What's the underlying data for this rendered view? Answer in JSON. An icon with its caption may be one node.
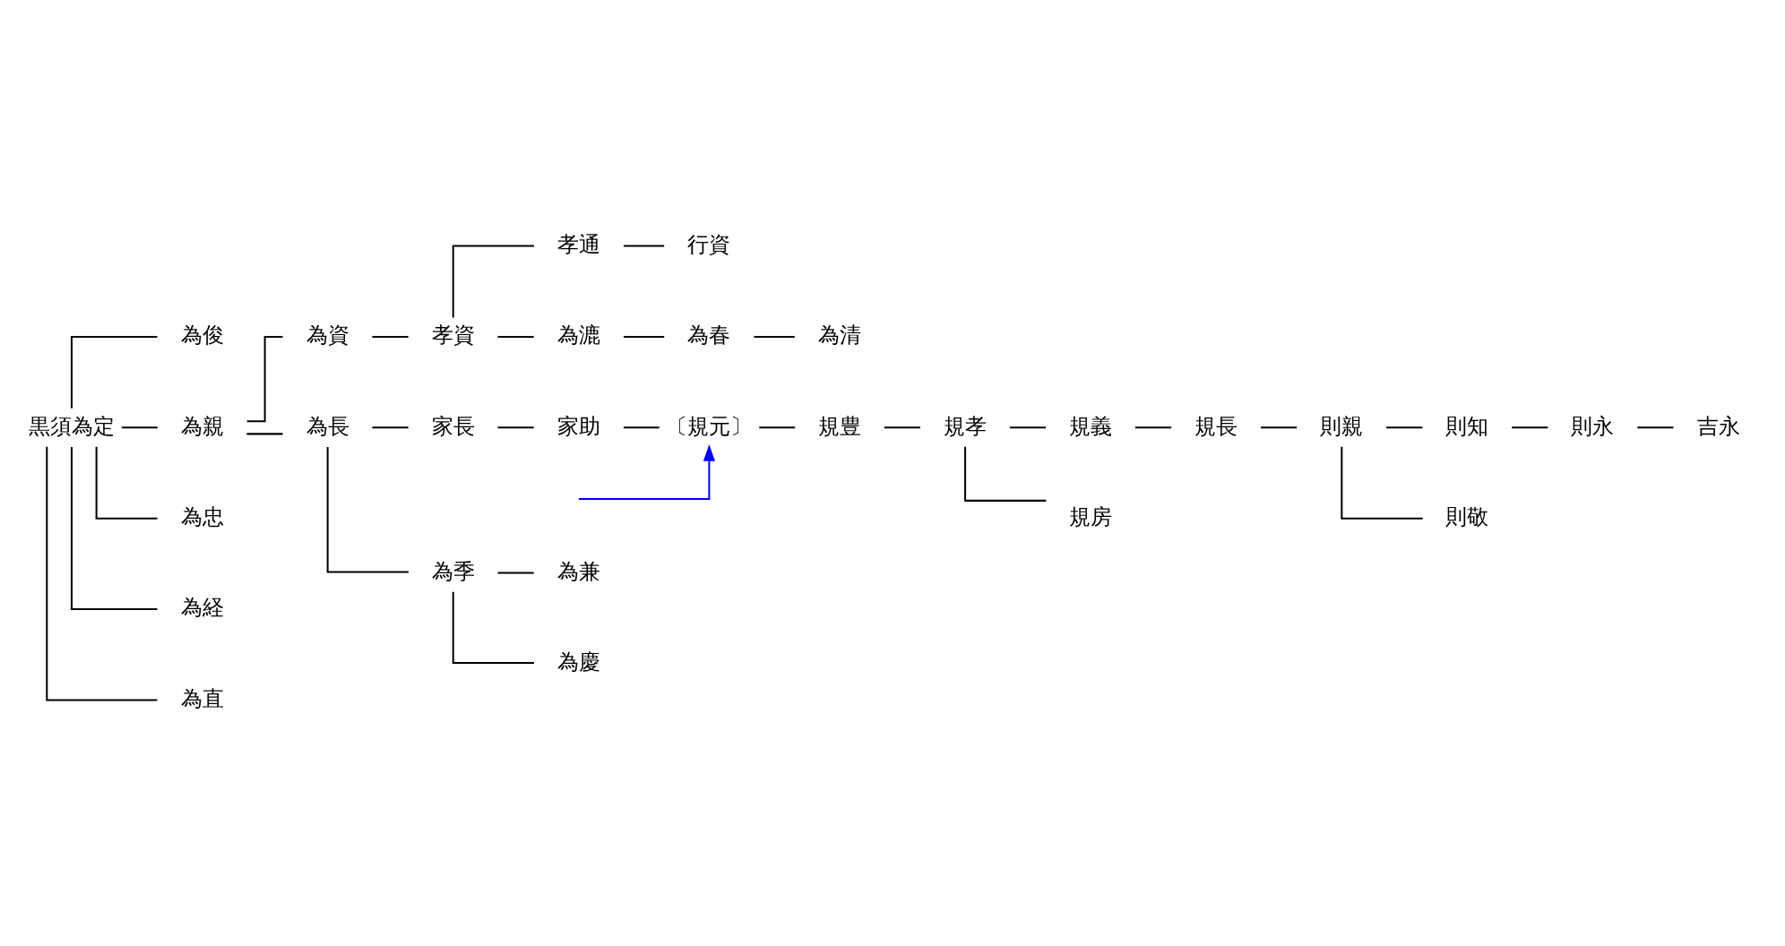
{
  "diagram": {
    "nodes": [
      {
        "text": [
          "孝通"
        ]
      },
      {
        "text": [
          "行資"
        ]
      },
      {
        "text": [
          "為俊"
        ]
      },
      {
        "text": [
          "為資"
        ]
      },
      {
        "text": [
          "孝資"
        ]
      },
      {
        "text": [
          "為漉"
        ]
      },
      {
        "text": [
          "為春"
        ]
      },
      {
        "text": [
          "為清"
        ]
      },
      {
        "text": [
          "黒須為定"
        ]
      },
      {
        "text": [
          "為親"
        ]
      },
      {
        "text": [
          "為長"
        ]
      },
      {
        "text": [
          "家長"
        ]
      },
      {
        "text": [
          "家助"
        ]
      },
      {
        "text": [
          "〔規元〕"
        ]
      },
      {
        "text": [
          "規豊"
        ]
      },
      {
        "text": [
          "規孝"
        ]
      },
      {
        "text": [
          "規義"
        ]
      },
      {
        "text": [
          "規長"
        ]
      },
      {
        "text": [
          "則親"
        ]
      },
      {
        "text": [
          "則知"
        ]
      },
      {
        "text": [
          "則永"
        ]
      },
      {
        "text": [
          "吉永"
        ]
      },
      {
        "text": [
          "為忠"
        ]
      },
      {
        "text": [
          "為季"
        ]
      },
      {
        "text": [
          "為兼"
        ]
      },
      {
        "text": [
          "規房"
        ]
      },
      {
        "text": [
          "則敬"
        ]
      },
      {
        "text": [
          "為経"
        ]
      },
      {
        "text": [
          "為慶"
        ]
      },
      {
        "text": [
          "為直"
        ]
      }
    ],
    "edges": [
      {
        "from": 8,
        "to": 2,
        "arrow": "none"
      },
      {
        "from": 8,
        "to": 9,
        "arrow": "none"
      },
      {
        "from": 8,
        "to": 22,
        "arrow": "none"
      },
      {
        "from": 8,
        "to": 27,
        "arrow": "none"
      },
      {
        "from": 8,
        "to": 29,
        "arrow": "none"
      },
      {
        "from": 9,
        "to": 3,
        "arrow": "none"
      },
      {
        "from": 9,
        "to": 10,
        "arrow": "none"
      },
      {
        "from": 3,
        "to": 4,
        "arrow": "none"
      },
      {
        "from": 4,
        "to": 0,
        "arrow": "none"
      },
      {
        "from": 4,
        "to": 5,
        "arrow": "none"
      },
      {
        "from": 0,
        "to": 1,
        "arrow": "none"
      },
      {
        "from": 5,
        "to": 6,
        "arrow": "none"
      },
      {
        "from": 6,
        "to": 7,
        "arrow": "none"
      },
      {
        "from": 10,
        "to": 11,
        "arrow": "none"
      },
      {
        "from": 10,
        "to": 23,
        "arrow": "none"
      },
      {
        "from": 11,
        "to": 12,
        "arrow": "none"
      },
      {
        "from": 12,
        "to": 13,
        "arrow": "none"
      },
      {
        "from": 13,
        "to": 14,
        "arrow": "none"
      },
      {
        "from": 14,
        "to": 15,
        "arrow": "none"
      },
      {
        "from": 15,
        "to": 16,
        "arrow": "none"
      },
      {
        "from": 15,
        "to": 25,
        "arrow": "none"
      },
      {
        "from": 16,
        "to": 17,
        "arrow": "none"
      },
      {
        "from": 17,
        "to": 18,
        "arrow": "none"
      },
      {
        "from": 18,
        "to": 19,
        "arrow": "none"
      },
      {
        "from": 18,
        "to": 26,
        "arrow": "none"
      },
      {
        "from": 19,
        "to": 20,
        "arrow": "none"
      },
      {
        "from": 20,
        "to": 21,
        "arrow": "none"
      },
      {
        "from": 23,
        "to": 24,
        "arrow": "none"
      },
      {
        "from": 23,
        "to": 28,
        "arrow": "none"
      },
      {
        "from": null,
        "to": 13,
        "arrow": "to",
        "color": "#0000ff"
      }
    ]
  }
}
